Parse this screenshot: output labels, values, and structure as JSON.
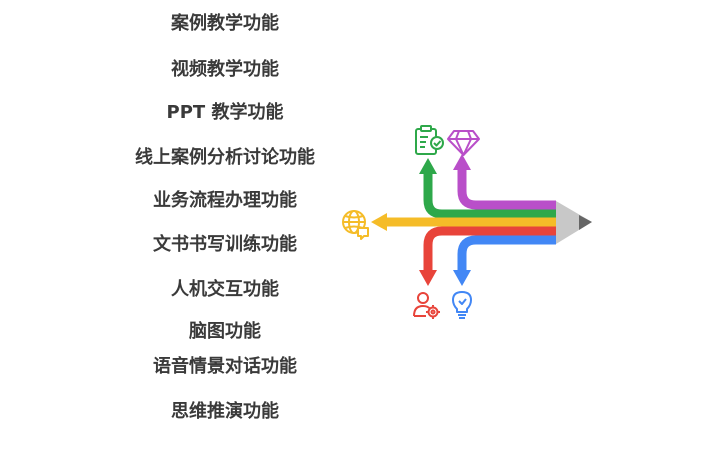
{
  "features": [
    "案例教学功能",
    "视频教学功能",
    "PPT 教学功能",
    "线上案例分析讨论功能",
    "业务流程办理功能",
    "文书书写训练功能",
    "人机交互功能",
    "脑图功能",
    "语音情景对话功能",
    "思维推演功能"
  ],
  "colors": {
    "text": "#3a3a3a",
    "green": "#2ea84a",
    "purple": "#b94fc9",
    "yellow": "#f5bc28",
    "red": "#e8443a",
    "blue": "#4287f5",
    "pencil_tip": "#c8c8c8",
    "pencil_lead": "#666666"
  },
  "icons": [
    "clipboard-check-icon",
    "diamond-icon",
    "globe-chat-icon",
    "user-gear-icon",
    "lightbulb-icon"
  ]
}
